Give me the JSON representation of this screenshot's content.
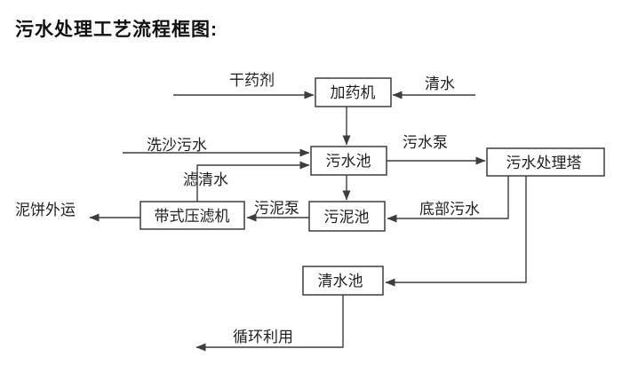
{
  "title": "污水处理工艺流程框图:",
  "colors": {
    "line": "#3d3d3d",
    "text": "#1f1f1f",
    "background": "#ffffff"
  },
  "nodes": {
    "dosing_machine": "加药机",
    "sewage_pool": "污水池",
    "treatment_tower": "污水处理塔",
    "sludge_pool": "污泥池",
    "belt_filter_press": "带式压滤机",
    "clean_water_pool": "清水池"
  },
  "flow_labels": {
    "dry_agent": "干药剂",
    "clean_water": "清水",
    "sand_wash_sewage": "洗沙污水",
    "sewage_pump": "污水泵",
    "filtered_water": "滤清水",
    "sludge_pump": "污泥泵",
    "bottom_sewage": "底部污水",
    "mud_cake_out": "泥饼外运",
    "recycle_use": "循环利用"
  }
}
